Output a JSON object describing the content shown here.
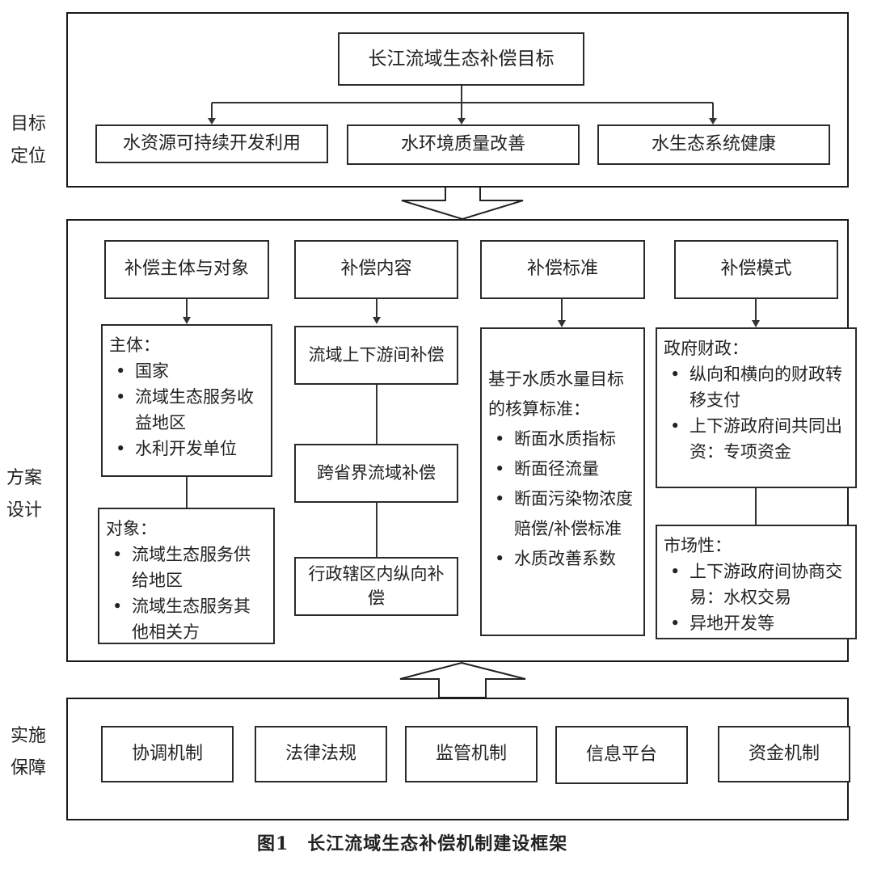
{
  "side_labels": {
    "goal": [
      "目标",
      "定位"
    ],
    "design": [
      "方案",
      "设计"
    ],
    "impl": [
      "实施",
      "保障"
    ]
  },
  "goal": {
    "top": "长江流域生态补偿目标",
    "sub": [
      "水资源可持续开发利用",
      "水环境质量改善",
      "水生态系统健康"
    ]
  },
  "design": {
    "columns": [
      {
        "header": "补偿主体与对象"
      },
      {
        "header": "补偿内容"
      },
      {
        "header": "补偿标准"
      },
      {
        "header": "补偿模式"
      }
    ],
    "subjects": {
      "heading": "主体：",
      "items": [
        "国家",
        "流域生态服务收益地区",
        "水利开发单位"
      ]
    },
    "objects": {
      "heading": "对象：",
      "items": [
        "流域生态服务供给地区",
        "流域生态服务其他相关方"
      ]
    },
    "contents": [
      "流域上下游间补偿",
      "跨省界流域补偿",
      "行政辖区内纵向补偿"
    ],
    "standard": {
      "heading": "基于水质水量目标的核算标准：",
      "items": [
        "断面水质指标",
        "断面径流量",
        "断面污染物浓度赔偿/补偿标准",
        "水质改善系数"
      ]
    },
    "government": {
      "heading": "政府财政：",
      "items": [
        "纵向和横向的财政转移支付",
        "上下游政府间共同出资：专项资金"
      ]
    },
    "market": {
      "heading": "市场性：",
      "items": [
        "上下游政府间协商交易：水权交易",
        "异地开发等"
      ]
    }
  },
  "impl": {
    "items": [
      "协调机制",
      "法律法规",
      "监管机制",
      "信息平台",
      "资金机制"
    ]
  },
  "caption": "图1　长江流域生态补偿机制建设框架"
}
